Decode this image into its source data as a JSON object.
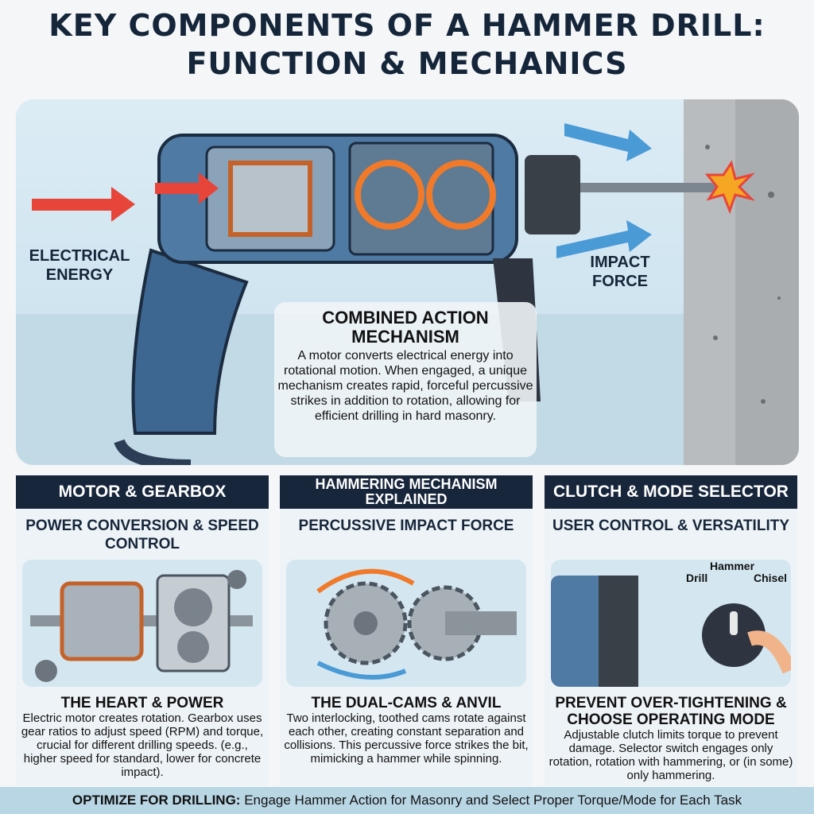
{
  "title": {
    "line1": "KEY COMPONENTS OF A HAMMER DRILL:",
    "line2": "FUNCTION & MECHANICS"
  },
  "hero": {
    "left_label": "ELECTRICAL ENERGY",
    "right_label": "IMPACT FORCE",
    "callout_title": "COMBINED ACTION MECHANISM",
    "callout_text": "A motor converts electrical energy into rotational motion. When engaged, a unique mechanism creates rapid, forceful percussive strikes in addition to rotation, allowing for efficient drilling in hard masonry."
  },
  "panels": [
    {
      "header": "MOTOR & GEARBOX",
      "subtitle": "POWER CONVERSION & SPEED CONTROL",
      "body_title": "THE HEART & POWER",
      "body": "Electric motor creates rotation. Gearbox uses gear ratios to adjust speed (RPM) and torque, crucial for different drilling speeds. (e.g., higher speed for standard, lower for concrete impact)."
    },
    {
      "header": "HAMMERING MECHANISM EXPLAINED",
      "subtitle": "PERCUSSIVE IMPACT FORCE",
      "body_title": "THE DUAL-CAMS & ANVIL",
      "body": "Two interlocking, toothed cams rotate against each other, creating constant separation and collisions. This percussive force strikes the bit, mimicking a hammer while spinning."
    },
    {
      "header": "CLUTCH & MODE SELECTOR",
      "subtitle": "USER CONTROL & VERSATILITY",
      "body_title": "PREVENT OVER-TIGHTENING & CHOOSE OPERATING MODE",
      "body": "Adjustable clutch limits torque to prevent damage. Selector switch engages only rotation, rotation with hammering, or (in some) only hammering.",
      "dial": {
        "left": "Drill",
        "top": "Hammer",
        "right": "Chisel"
      }
    }
  ],
  "footer": {
    "bold": "OPTIMIZE FOR DRILLING:",
    "text": "Engage Hammer Action for Masonry and Select Proper Torque/Mode for Each Task"
  },
  "colors": {
    "navy": "#17263b",
    "arrow_red": "#e8453a",
    "arrow_blue": "#4a9ad6",
    "accent_orange": "#f07a2a"
  }
}
